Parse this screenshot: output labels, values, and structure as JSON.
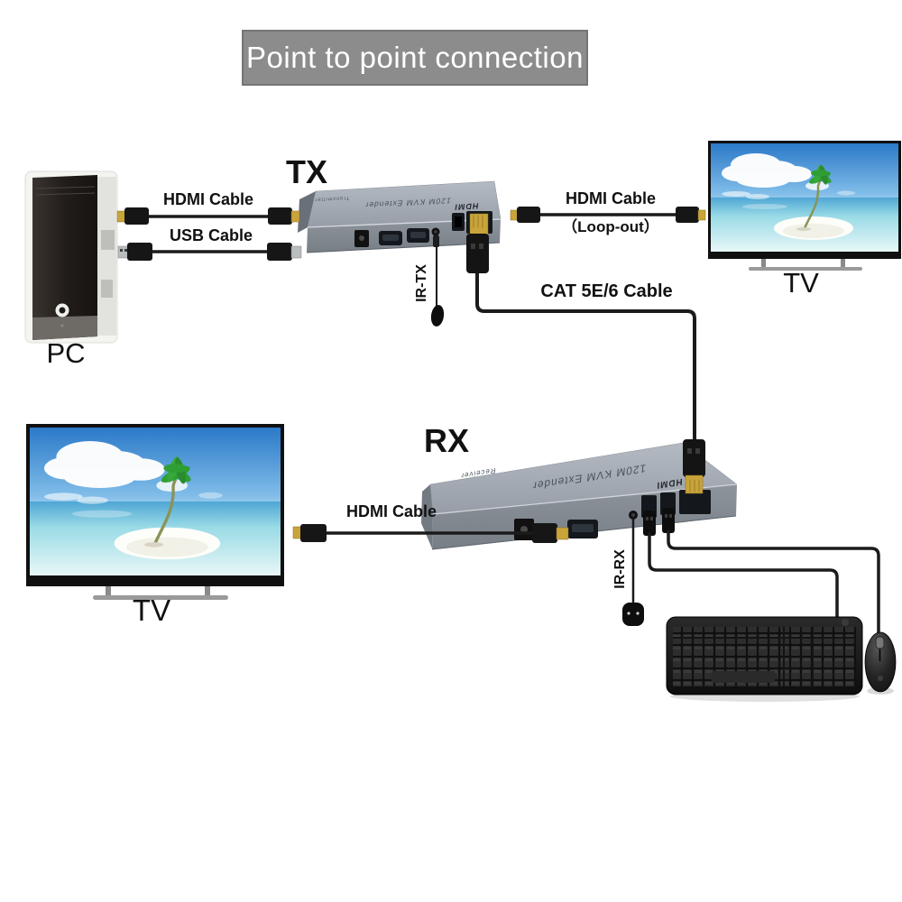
{
  "title": "Point to point connection",
  "devices": {
    "pc": {
      "label": "PC"
    },
    "tx": {
      "label": "TX",
      "top_text": "120M KVM Extender",
      "corner_text": "Transmitter",
      "logo_text": "HDMI"
    },
    "rx": {
      "label": "RX",
      "top_text": "120M KVM Extender",
      "corner_text": "Receiver",
      "logo_text": "HDMI"
    },
    "tv_top": {
      "label": "TV"
    },
    "tv_left": {
      "label": "TV"
    }
  },
  "cables": {
    "pc_to_tx_hdmi": "HDMI Cable",
    "pc_to_tx_usb": "USB Cable",
    "tx_to_tv_hdmi": "HDMI Cable",
    "tx_to_tv_note": "（Loop-out）",
    "tx_to_rx_cat": "CAT 5E/6 Cable",
    "tv_to_rx_hdmi": "HDMI Cable",
    "ir_tx": "IR-TX",
    "ir_rx": "IR-RX"
  },
  "colors": {
    "banner_bg": "#8c8c8c",
    "banner_border": "#757575",
    "banner_text": "#ffffff",
    "device_top": "#a9b0b8",
    "device_front": "#858c94",
    "cable": "#1b1b1b",
    "connector_gold": "#c9a43a",
    "tv_sky": "#2b79c8",
    "tv_sea": "#8fd0de",
    "label_text": "#111111"
  }
}
